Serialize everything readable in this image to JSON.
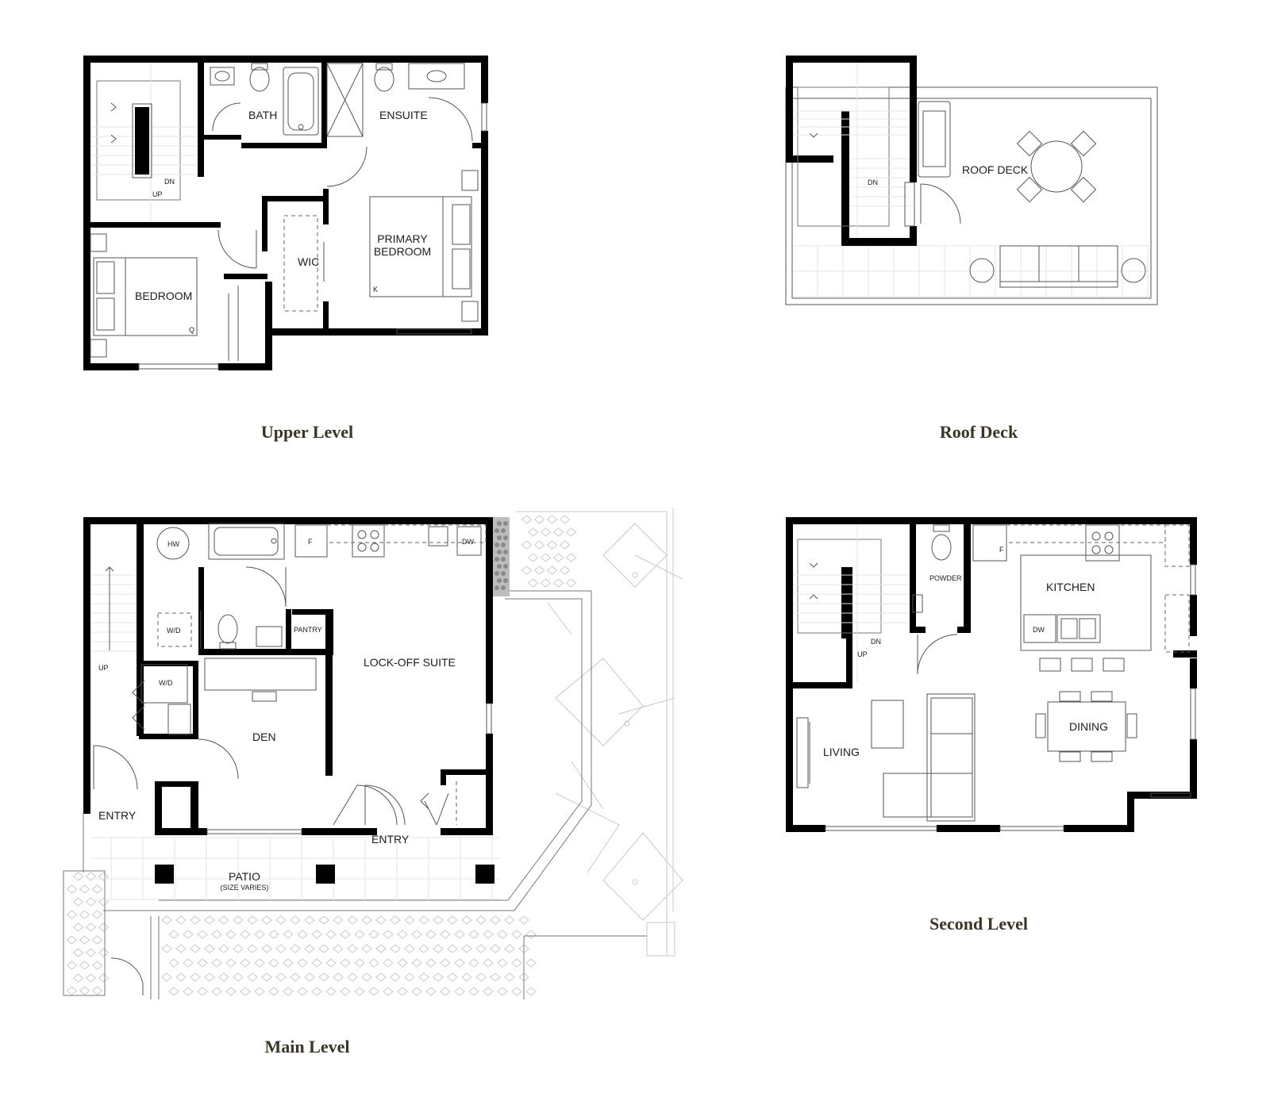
{
  "levels": {
    "upper": {
      "title": "Upper Level",
      "rooms": {
        "bath": "BATH",
        "ensuite": "ENSUITE",
        "primary_1": "PRIMARY",
        "primary_2": "BEDROOM",
        "wic": "WIC",
        "bedroom": "BEDROOM",
        "dn": "DN",
        "up": "UP",
        "k": "K",
        "q": "Q"
      }
    },
    "roof": {
      "title": "Roof Deck",
      "rooms": {
        "deck": "ROOF DECK",
        "dn": "DN"
      }
    },
    "main": {
      "title": "Main Level",
      "rooms": {
        "hw": "HW",
        "f": "F",
        "dw": "DW",
        "wd1": "W/D",
        "pantry": "PANTRY",
        "lockoff": "LOCK-OFF SUITE",
        "up": "UP",
        "wd2": "W/D",
        "den": "DEN",
        "entry1": "ENTRY",
        "entry2": "ENTRY",
        "patio": "PATIO",
        "patio_note": "(SIZE VARIES)"
      }
    },
    "second": {
      "title": "Second Level",
      "rooms": {
        "powder": "POWDER",
        "f": "F",
        "kitchen": "KITCHEN",
        "dw": "DW",
        "dn": "DN",
        "up": "UP",
        "living": "LIVING",
        "dining": "DINING"
      }
    }
  },
  "colors": {
    "wall": "#000000",
    "title": "#3a3524",
    "fixture": "#555555",
    "landscape": "#c9c9c9"
  }
}
